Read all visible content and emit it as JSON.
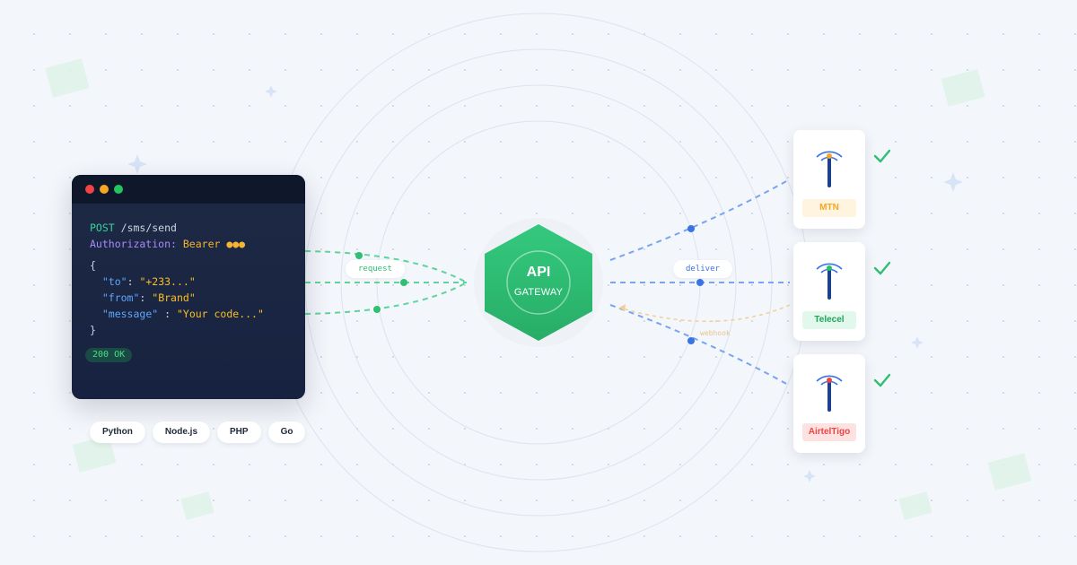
{
  "request": {
    "method": "POST",
    "path": "/sms/send",
    "auth_key": "Authorization:",
    "auth_value": "Bearer ●●●",
    "open_brace": "{",
    "close_brace": "}",
    "fields": [
      {
        "key": "\"to\"",
        "value": "\"+233...\""
      },
      {
        "key": "\"from\"",
        "value": "\"Brand\""
      },
      {
        "key": "\"message\"",
        "value": "\"Your code...\""
      }
    ],
    "status": "200 OK"
  },
  "languages": [
    "Python",
    "Node.js",
    "PHP",
    "Go"
  ],
  "gateway": {
    "title": "API",
    "subtitle": "GATEWAY"
  },
  "flow_labels": {
    "request": "request",
    "deliver": "deliver",
    "webhook": "webhook"
  },
  "carriers": [
    {
      "name": "MTN",
      "color": "#f5a623",
      "tag_bg": "#fff4e0"
    },
    {
      "name": "Telecel",
      "color": "#22c55e",
      "tag_bg": "#e3f8ec"
    },
    {
      "name": "AirtelTigo",
      "color": "#ef4444",
      "tag_bg": "#fde2e2"
    }
  ],
  "colors": {
    "gateway": "#2fbf72",
    "request_line": "#5fd49a",
    "deliver_line": "#7aa5ee",
    "webhook_line": "#f2cf94",
    "check": "#2fbf72"
  },
  "icons": {
    "check": "check-icon",
    "tower": "antenna-tower-icon",
    "sparkle": "sparkle-icon"
  }
}
